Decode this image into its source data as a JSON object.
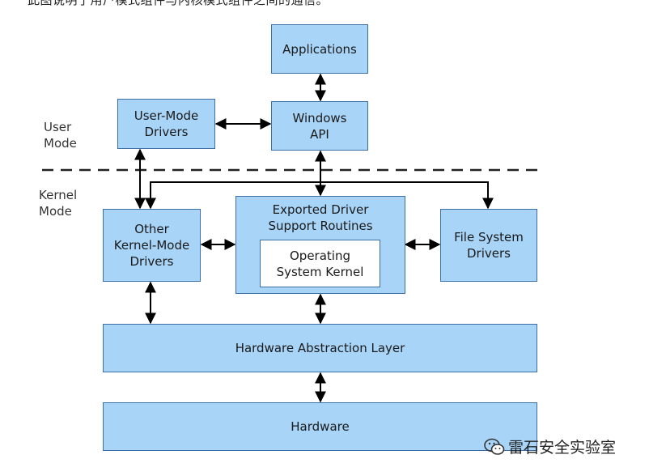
{
  "top_text": "此图说明了用户模式组件与内核模式组件之间的通信。",
  "labels": {
    "user_mode": "User\nMode",
    "kernel_mode": "Kernel\nMode"
  },
  "boxes": {
    "applications": "Applications",
    "windows_api": "Windows\nAPI",
    "user_mode_drivers": "User-Mode\nDrivers",
    "other_kernel_drivers": "Other\nKernel-Mode\nDrivers",
    "exported_driver_support": "Exported Driver\nSupport Routines",
    "operating_system_kernel": "Operating\nSystem Kernel",
    "file_system_drivers": "File System\nDrivers",
    "hal": "Hardware Abstraction Layer",
    "hardware": "Hardware"
  },
  "watermark": {
    "icon": "wechat-icon",
    "text": "雷石安全实验室"
  },
  "colors": {
    "box_fill": "#a8d4f7",
    "box_border": "#3b6ea5",
    "arrow": "#000000"
  }
}
